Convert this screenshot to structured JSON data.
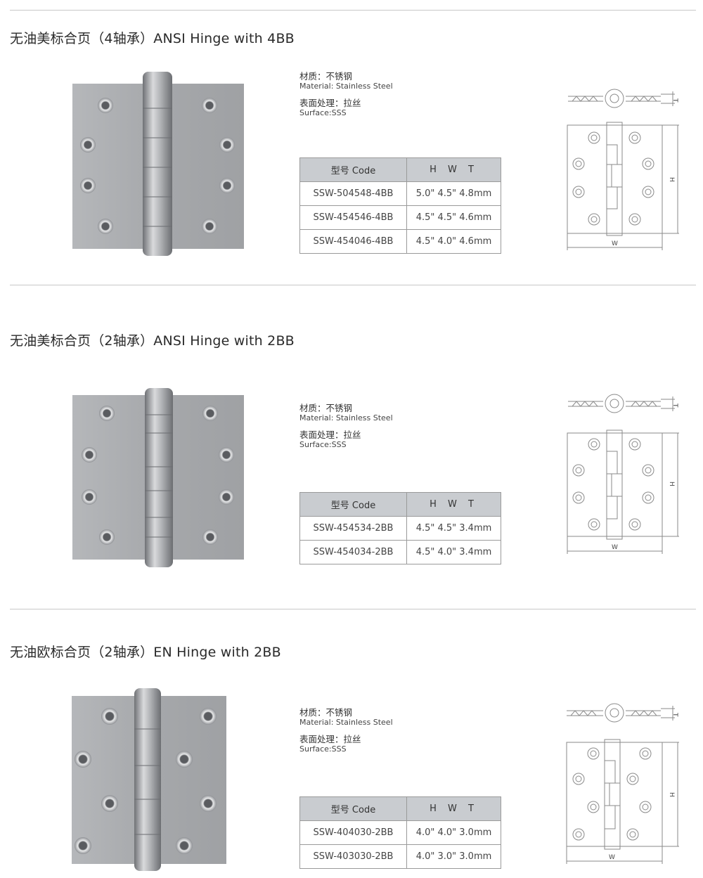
{
  "sections": [
    {
      "title": "无油美标合页（4轴承）ANSI Hinge with 4BB",
      "material_cn": "材质：不锈钢",
      "material_en": "Material: Stainless Steel",
      "surface_cn": "表面处理：拉丝",
      "surface_en": "Surface:SSS",
      "table_header": {
        "code": "型号 Code",
        "dims": "H W T"
      },
      "rows": [
        {
          "code": "SSW-504548-4BB",
          "dims": "5.0\" 4.5\" 4.8mm"
        },
        {
          "code": "SSW-454546-4BB",
          "dims": "4.5\" 4.5\" 4.6mm"
        },
        {
          "code": "SSW-454046-4BB",
          "dims": "4.5\" 4.0\" 4.6mm"
        }
      ],
      "diagram_labels": {
        "t": "T",
        "h": "H",
        "w": "W"
      }
    },
    {
      "title": "无油美标合页（2轴承）ANSI Hinge with 2BB",
      "material_cn": "材质：不锈钢",
      "material_en": "Material: Stainless Steel",
      "surface_cn": "表面处理：拉丝",
      "surface_en": "Surface:SSS",
      "table_header": {
        "code": "型号 Code",
        "dims": "H W T"
      },
      "rows": [
        {
          "code": "SSW-454534-2BB",
          "dims": "4.5\" 4.5\" 3.4mm"
        },
        {
          "code": "SSW-454034-2BB",
          "dims": "4.5\" 4.0\" 3.4mm"
        }
      ],
      "diagram_labels": {
        "t": "T",
        "h": "H",
        "w": "W"
      }
    },
    {
      "title": "无油欧标合页（2轴承）EN Hinge with 2BB",
      "material_cn": "材质：不锈钢",
      "material_en": "Material: Stainless Steel",
      "surface_cn": "表面处理：拉丝",
      "surface_en": "Surface:SSS",
      "table_header": {
        "code": "型号 Code",
        "dims": "H W T"
      },
      "rows": [
        {
          "code": "SSW-404030-2BB",
          "dims": "4.0\" 4.0\" 3.0mm"
        },
        {
          "code": "SSW-403030-2BB",
          "dims": "4.0\" 3.0\" 3.0mm"
        }
      ],
      "diagram_labels": {
        "t": "T",
        "h": "H",
        "w": "W"
      }
    }
  ],
  "colors": {
    "plate": "#a9abae",
    "plate_dark": "#8f9195",
    "table_header": "#c9ccd0",
    "divider": "#c8c8c8",
    "line_art": "#8a8a8a"
  }
}
